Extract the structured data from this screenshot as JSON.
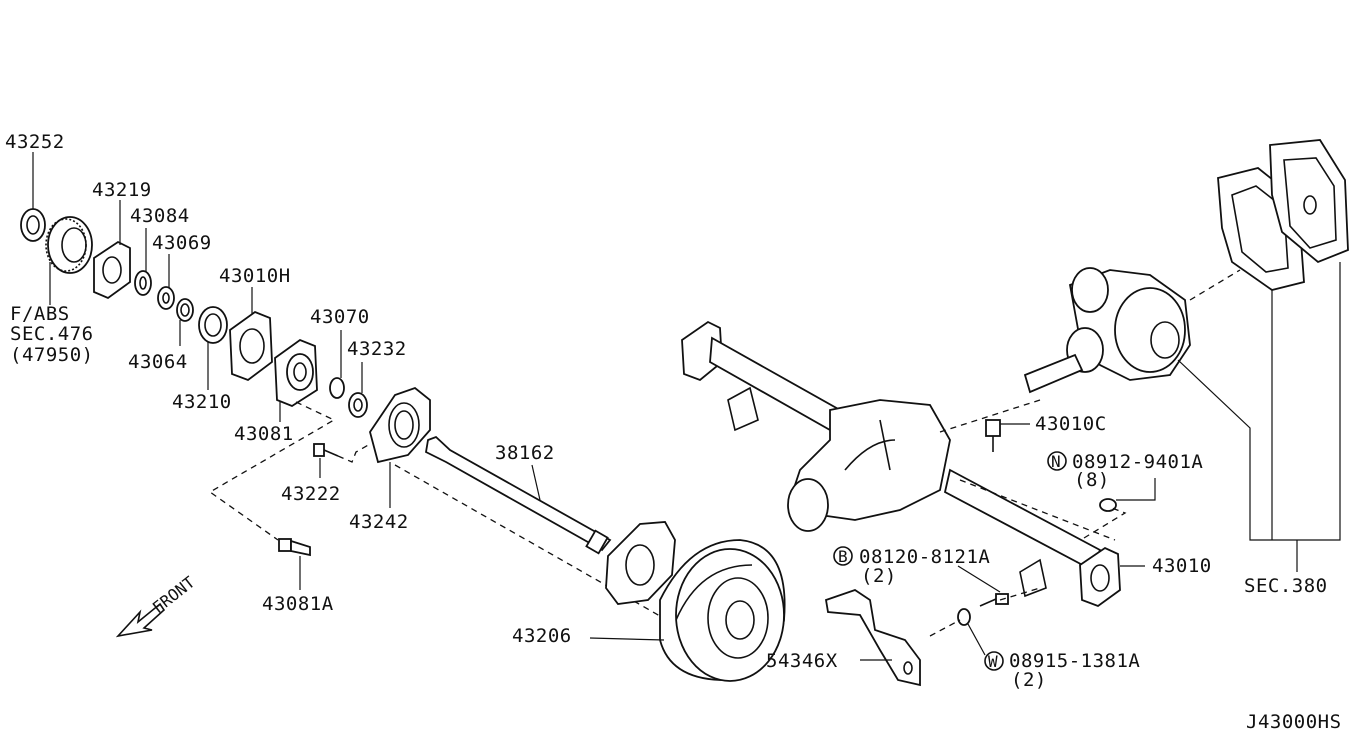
{
  "diagram": {
    "code": "J43000HS",
    "front_label": "FRONT",
    "callouts": {
      "p43252": "43252",
      "p43219": "43219",
      "p43084": "43084",
      "p43069": "43069",
      "p43010H": "43010H",
      "p43064": "43064",
      "p43210": "43210",
      "p43070": "43070",
      "p43232": "43232",
      "p43081": "43081",
      "p43222": "43222",
      "p43242": "43242",
      "p43081A": "43081A",
      "p38162": "38162",
      "p43206": "43206",
      "p43010C": "43010C",
      "p43010": "43010",
      "p54346X": "54346X",
      "sec380": "SEC.380",
      "fabs_line1": "F/ABS",
      "fabs_line2": "SEC.476",
      "fabs_line3": "(47950)"
    },
    "fasteners": {
      "n_symbol": "N",
      "n_part": "08912-9401A",
      "n_qty": "(8)",
      "b_symbol": "B",
      "b_part": "08120-8121A",
      "b_qty": "(2)",
      "w_symbol": "W",
      "w_part": "08915-1381A",
      "w_qty": "(2)"
    }
  }
}
